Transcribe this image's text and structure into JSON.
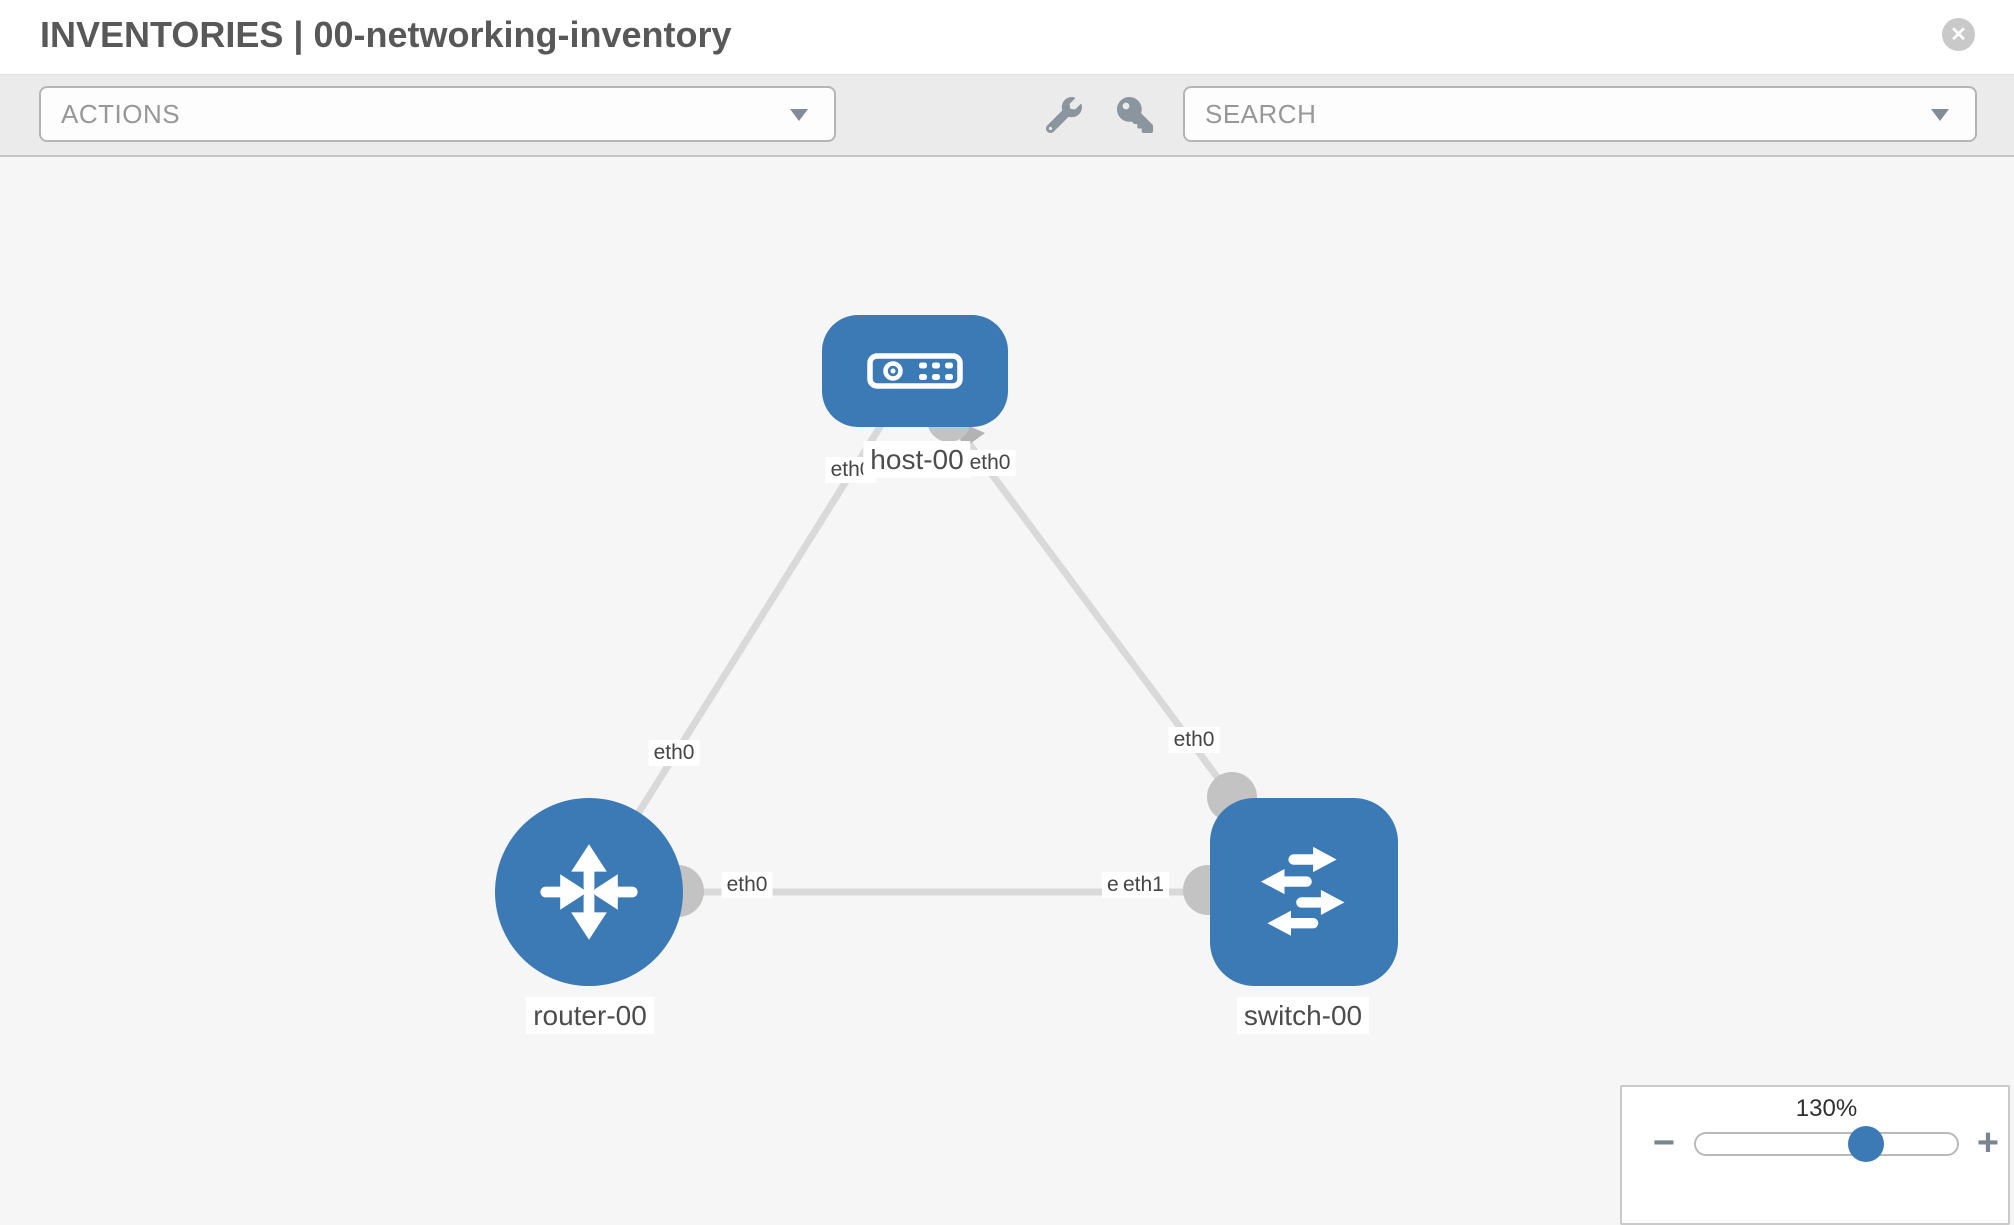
{
  "header": {
    "title": "INVENTORIES | 00-networking-inventory",
    "close_glyph": "✕"
  },
  "toolbar": {
    "actions_placeholder": "ACTIONS",
    "search_placeholder": "SEARCH",
    "icons": [
      "wrench-icon",
      "key-icon"
    ]
  },
  "graph": {
    "nodes": [
      {
        "label": "host-00",
        "type": "host"
      },
      {
        "label": "router-00",
        "type": "router"
      },
      {
        "label": "switch-00",
        "type": "switch"
      }
    ],
    "links": [
      {
        "from": "host-00",
        "to": "router-00",
        "from_interface": "eth0",
        "to_interface": "eth0"
      },
      {
        "from": "host-00",
        "to": "switch-00",
        "from_interface": "eth0",
        "to_interface": "eth0"
      },
      {
        "from": "router-00",
        "to": "switch-00",
        "from_interface": "eth0",
        "to_interface": "eth1",
        "to_interface_overlapped": "eth0"
      }
    ]
  },
  "zoom_control": {
    "level": "130%",
    "zoom_out_glyph": "−",
    "zoom_in_glyph": "+"
  },
  "colors": {
    "node_blue": "#3b7ab5",
    "link_gray": "#d9d9d9",
    "connector_gray": "#c3c3c3",
    "toolbar_gray": "#ebebeb",
    "canvas_gray": "#f6f6f6"
  }
}
